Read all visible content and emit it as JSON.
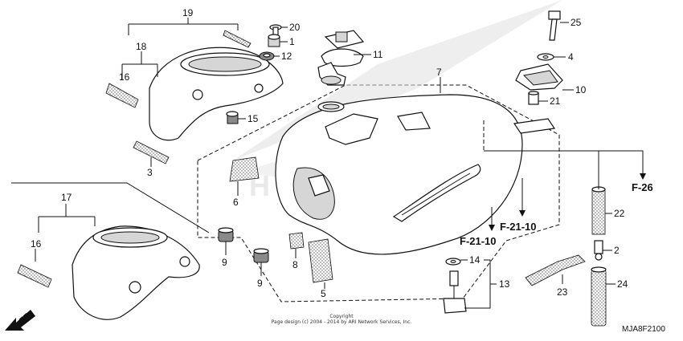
{
  "diagram_code": "MJA8F2100",
  "copyright_line1": "Copyright",
  "copyright_line2": "Page design (c) 2004 - 2014 by ARI Network Services, Inc.",
  "front_arrow_label": "FR.",
  "reference_labels": {
    "f26": "F-26",
    "f21_10_a": "F-21-10",
    "f21_10_b": "F-21-10"
  },
  "callouts": {
    "c1": "1",
    "c2": "2",
    "c3": "3",
    "c4": "4",
    "c5": "5",
    "c6": "6",
    "c7": "7",
    "c8": "8",
    "c9a": "9",
    "c9b": "9",
    "c10": "10",
    "c11": "11",
    "c12": "12",
    "c13": "13",
    "c14": "14",
    "c15": "15",
    "c16a": "16",
    "c16b": "16",
    "c17": "17",
    "c18": "18",
    "c19": "19",
    "c20": "20",
    "c21": "21",
    "c22": "22",
    "c23": "23",
    "c24": "24",
    "c25": "25"
  },
  "colors": {
    "ink": "#111111",
    "shade": "#d6d6d6",
    "paper": "#ffffff"
  }
}
